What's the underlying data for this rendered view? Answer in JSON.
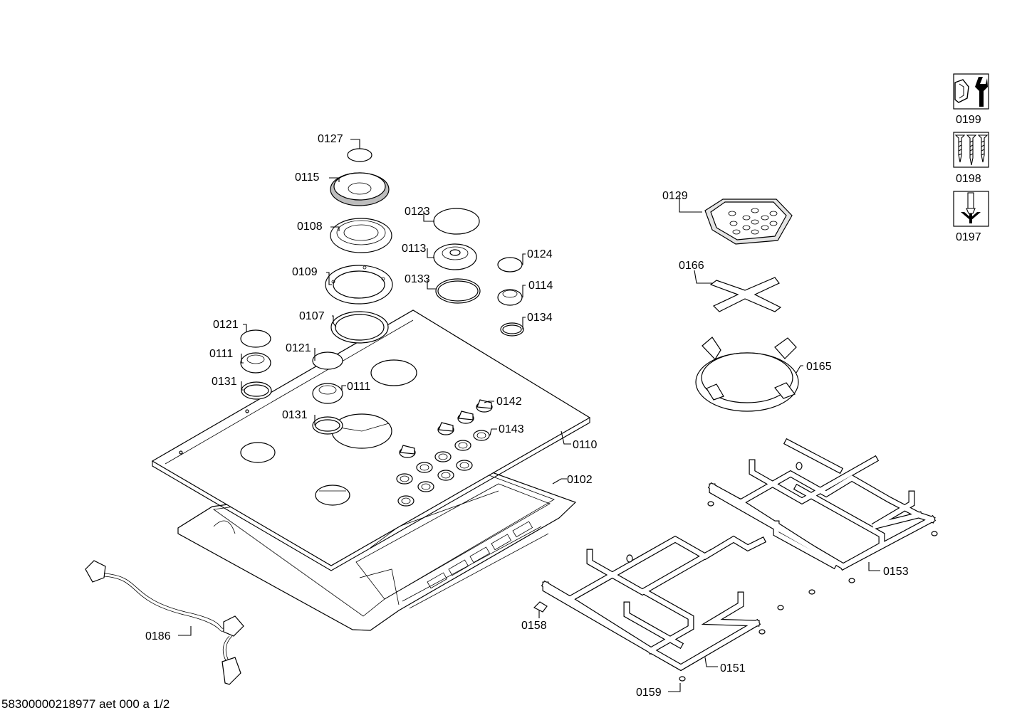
{
  "footer": {
    "doc_ref": "58300000218977 aet 000 a  1/2"
  },
  "callouts": {
    "c0127": "0127",
    "c0115": "0115",
    "c0108": "0108",
    "c0109": "0109",
    "c0107": "0107",
    "c0123": "0123",
    "c0113": "0113",
    "c0133": "0133",
    "c0124": "0124",
    "c0114": "0114",
    "c0134": "0134",
    "c0121a": "0121",
    "c0111a": "0111",
    "c0131a": "0131",
    "c0121b": "0121",
    "c0111b": "0111",
    "c0131b": "0131",
    "c0142": "0142",
    "c0143": "0143",
    "c0110": "0110",
    "c0102": "0102",
    "c0186": "0186",
    "c0129": "0129",
    "c0166": "0166",
    "c0165": "0165",
    "c0153": "0153",
    "c0158": "0158",
    "c0151": "0151",
    "c0159": "0159",
    "c0199": "0199",
    "c0198": "0198",
    "c0197": "0197"
  },
  "service_icons": [
    {
      "code": "0199",
      "icon": "nut-and-wrench-icon"
    },
    {
      "code": "0198",
      "icon": "screws-icon"
    },
    {
      "code": "0197",
      "icon": "screwdriver-icon"
    }
  ]
}
